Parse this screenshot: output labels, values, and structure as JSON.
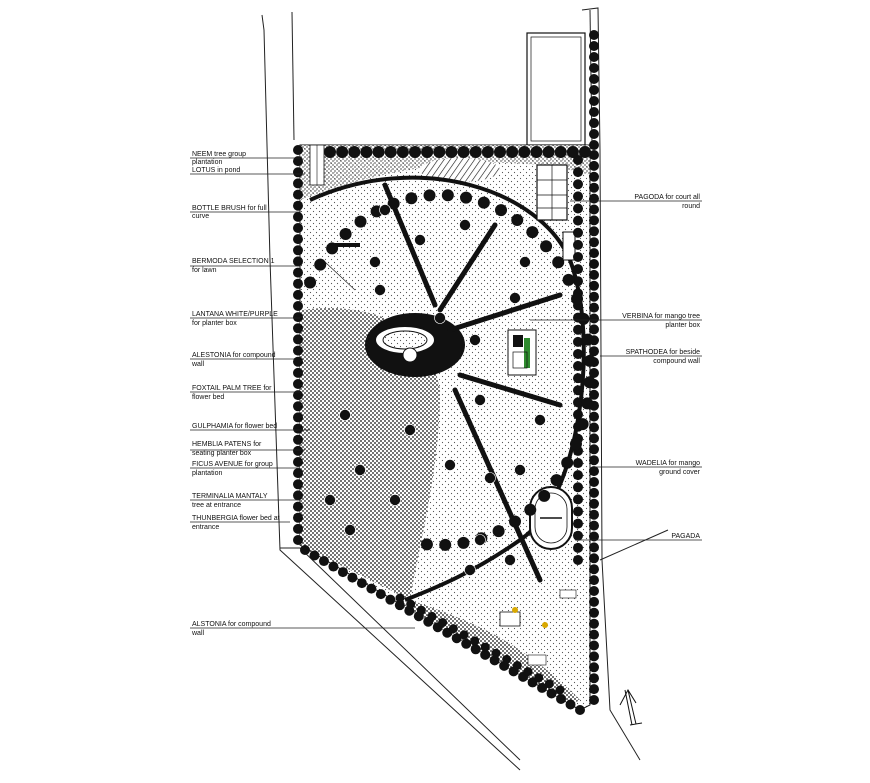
{
  "labels_left": [
    {
      "id": "neem",
      "line1": "NEEM tree group",
      "line2": "plantation"
    },
    {
      "id": "lotus",
      "line1": "LOTUS in pond",
      "line2": ""
    },
    {
      "id": "bottle-brush",
      "line1": "BOTTLE BRUSH for full",
      "line2": "curve"
    },
    {
      "id": "bermoda",
      "line1": "BERMODA SELECTION 1",
      "line2": "for lawn"
    },
    {
      "id": "lantana",
      "line1": "LANTANA WHITE/PURPLE",
      "line2": "for planter box"
    },
    {
      "id": "alestonia",
      "line1": "ALESTONIA for compound",
      "line2": "wall"
    },
    {
      "id": "foxtail",
      "line1": "FOXTAIL PALM TREE for",
      "line2": "flower bed"
    },
    {
      "id": "gulphamia",
      "line1": "GULPHAMIA for flower bed",
      "line2": ""
    },
    {
      "id": "hemblia",
      "line1": "HEMBLIA PATENS for",
      "line2": "seating planter box"
    },
    {
      "id": "ficus",
      "line1": "FICUS AVENUE for group",
      "line2": "plantation"
    },
    {
      "id": "terminalia",
      "line1": "TERMINALIA MANTALY",
      "line2": "tree at entrance"
    },
    {
      "id": "thunbergia",
      "line1": "THUNBERGIA flower bed at",
      "line2": "entrance"
    },
    {
      "id": "alstonia",
      "line1": "ALSTONIA for compound",
      "line2": "wall"
    }
  ],
  "labels_right": [
    {
      "id": "pagoda",
      "line1": "PAGODA for court all",
      "line2": "round"
    },
    {
      "id": "verbina",
      "line1": "VERBINA for mango tree",
      "line2": "planter box"
    },
    {
      "id": "spathodea",
      "line1": "SPATHODEA for beside",
      "line2": "compound wall"
    },
    {
      "id": "wadelia",
      "line1": "WADELIA for mango",
      "line2": "ground cover"
    },
    {
      "id": "pagada",
      "line1": "PAGADA",
      "line2": ""
    }
  ],
  "colors": {
    "ink": "#111111",
    "paper": "#ffffff",
    "lawn_dot": "#555555",
    "accent_green": "#2e8b2e"
  },
  "north_symbol": "north-arrow-icon"
}
